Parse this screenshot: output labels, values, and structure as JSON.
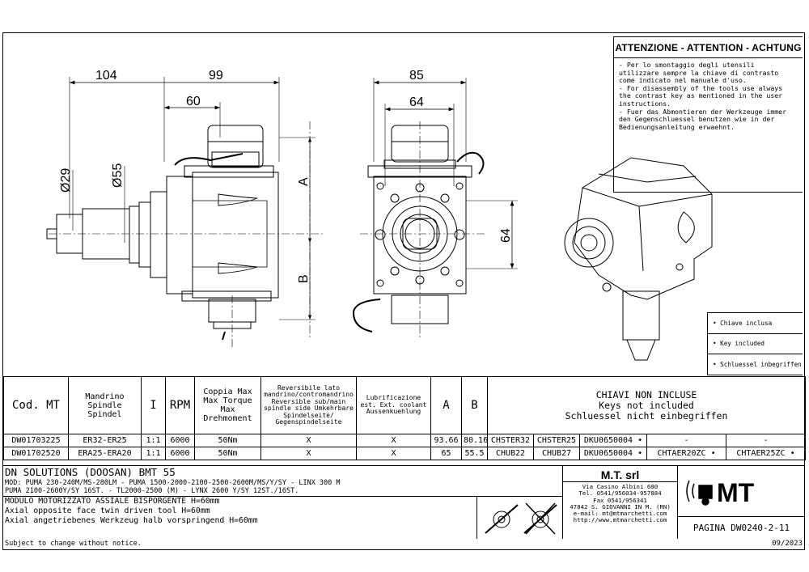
{
  "attention": {
    "title": "ATTENZIONE - ATTENTION - ACHTUNG",
    "notes": [
      "- Per lo smontaggio degli utensili utilizzare sempre la chiave di contrasto come indicato nel manuale d'uso.",
      "- For disassembly of the tools use always the contrast key as mentioned in the user instructions.",
      "- Fuer das Abmontieren der Werkzeuge immer den Gegenschluessel benutzen wie in der Bedienungsanleitung erwaehnt."
    ]
  },
  "dimensions": {
    "d104": "104",
    "d99": "99",
    "d60": "60",
    "d85": "85",
    "d64_top": "64",
    "d64_side": "64",
    "dia29": "Ø29",
    "dia55": "Ø55",
    "label_a": "A",
    "label_b": "B"
  },
  "keys_legend": {
    "included": "• Chiave inclusa",
    "key_included": "• Key included",
    "schluessel": "• Schluessel inbegriffen"
  },
  "table": {
    "headers": {
      "cod": "Cod. MT",
      "mandrino": "Mandrino Spindle Spindel",
      "ratio": "I",
      "rpm": "RPM",
      "coppia": "Coppia Max Max Torque Max Drehmoment",
      "reversibile": "Reversibile lato mandrino/contromandrino Reversible sub/main spindle side Umkehrbare Spindelseite/ Gegenspindelseite",
      "lubrificazione": "Lubrificazione est. Ext. coolant Aussenkuehlung",
      "a": "A",
      "b": "B",
      "chiavi": "CHIAVI NON INCLUSE\nKeys not included\nSchluessel nicht einbegriffen"
    },
    "rows": [
      {
        "cod": "DW01703225",
        "mandrino": "ER32-ER25",
        "ratio": "1:1",
        "rpm": "6000",
        "coppia": "50Nm",
        "rev": "X",
        "lub": "X",
        "a": "93.66",
        "b": "80.16",
        "k1": "CHSTER32",
        "k2": "CHSTER25",
        "k3": "DKU0650004 •",
        "k4": "-",
        "k5": "-"
      },
      {
        "cod": "DW01702520",
        "mandrino": "ERA25-ERA20",
        "ratio": "1:1",
        "rpm": "6000",
        "coppia": "50Nm",
        "rev": "X",
        "lub": "X",
        "a": "65",
        "b": "55.5",
        "k1": "CHUB22",
        "k2": "CHUB27",
        "k3": "DKU0650004 •",
        "k4": "CHTAER20ZC •",
        "k5": "CHTAER25ZC •"
      }
    ]
  },
  "footer": {
    "machine": "DN SOLUTIONS (DOOSAN)  BMT 55",
    "models_1": "MOD: PUMA 230-240M/MS-280LM - PUMA 1500-2000-2100-2500-2600M/MS/Y/SY - LINX 300 M",
    "models_2": "PUMA 2100-2600Y/SY 16ST. - TL2000-2500 (M) - LYNX 2600 Y/SY 12ST./16ST.",
    "desc_it": "MODULO MOTORIZZATO ASSIALE BISPORGENTE H=60mm",
    "desc_en": "Axial opposite face twin driven tool H=60mm",
    "desc_de": "Axial angetriebenes Werkzeug halb vorspringend H=60mm",
    "company": "M.T. srl",
    "address": [
      "Via Casino Albini 680",
      "Tel. 0541/956034-957884",
      "Fax 0541/956341",
      "47842 S. GIOVANNI IN M. (RN)",
      "e-mail: mt@mtmarchetti.com",
      "http://www.mtmarchetti.com"
    ],
    "logo": "MT",
    "page": "PAGINA DW0240-2-11",
    "subject": "Subject to change without notice.",
    "date": "09/2023"
  }
}
